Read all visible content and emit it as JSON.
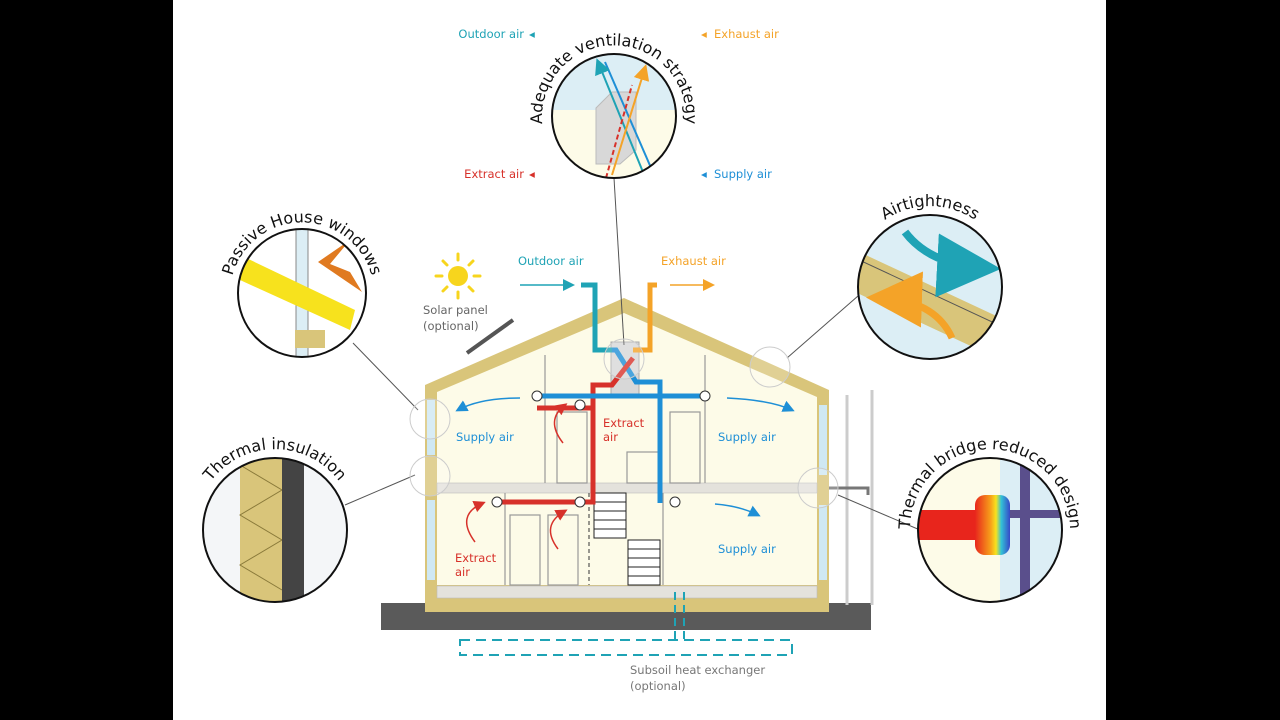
{
  "ventilation": {
    "title": "Adequate ventilation strategy",
    "outdoor_air": "Outdoor air",
    "exhaust_air": "Exhaust air",
    "extract_air": "Extract air",
    "supply_air": "Supply air"
  },
  "callouts": {
    "windows": "Passive House windows",
    "airtightness": "Airtightness",
    "insulation": "Thermal insulation",
    "thermal_bridge": "Thermal bridge reduced design"
  },
  "house": {
    "outdoor_air": "Outdoor air",
    "exhaust_air": "Exhaust air",
    "solar_panel": "Solar panel",
    "solar_optional": "(optional)",
    "upper_supply_left": "Supply air",
    "upper_supply_right": "Supply air",
    "upper_extract_1": "Extract",
    "upper_extract_2": "air",
    "lower_extract_1": "Extract",
    "lower_extract_2": "air",
    "lower_supply": "Supply air",
    "subsoil_1": "Subsoil heat exchanger",
    "subsoil_2": "(optional)"
  },
  "colors": {
    "outdoor": "#1fa3b5",
    "exhaust": "#f4a328",
    "extract": "#d7312a",
    "supply": "#1e8fd6",
    "insulation": "#d9c57a",
    "interior": "#fdfbe8"
  }
}
